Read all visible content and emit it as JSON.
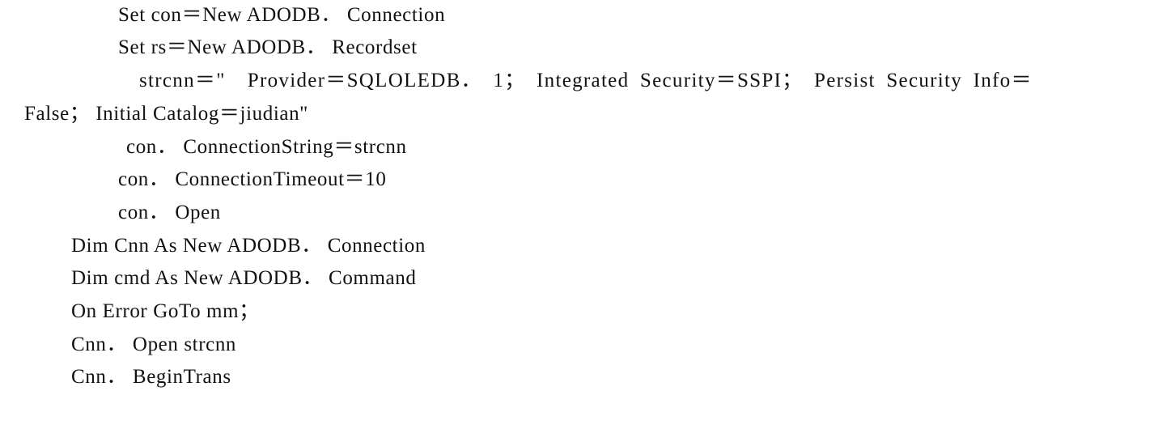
{
  "document": {
    "lines": [
      "Set con＝New ADODB． Connection",
      "Set rs＝New ADODB． Recordset",
      "strcnn＝\"  Provider＝SQLOLEDB． 1； Integrated Security＝SSPI； Persist Security Info＝",
      "False； Initial Catalog＝jiudian\"",
      "con． ConnectionString＝strcnn",
      "con． ConnectionTimeout＝10",
      "con． Open",
      "Dim Cnn As New ADODB． Connection",
      "Dim cmd As New ADODB． Command",
      "On Error GoTo mm；",
      "Cnn． Open strcnn",
      "Cnn． BeginTrans"
    ]
  }
}
